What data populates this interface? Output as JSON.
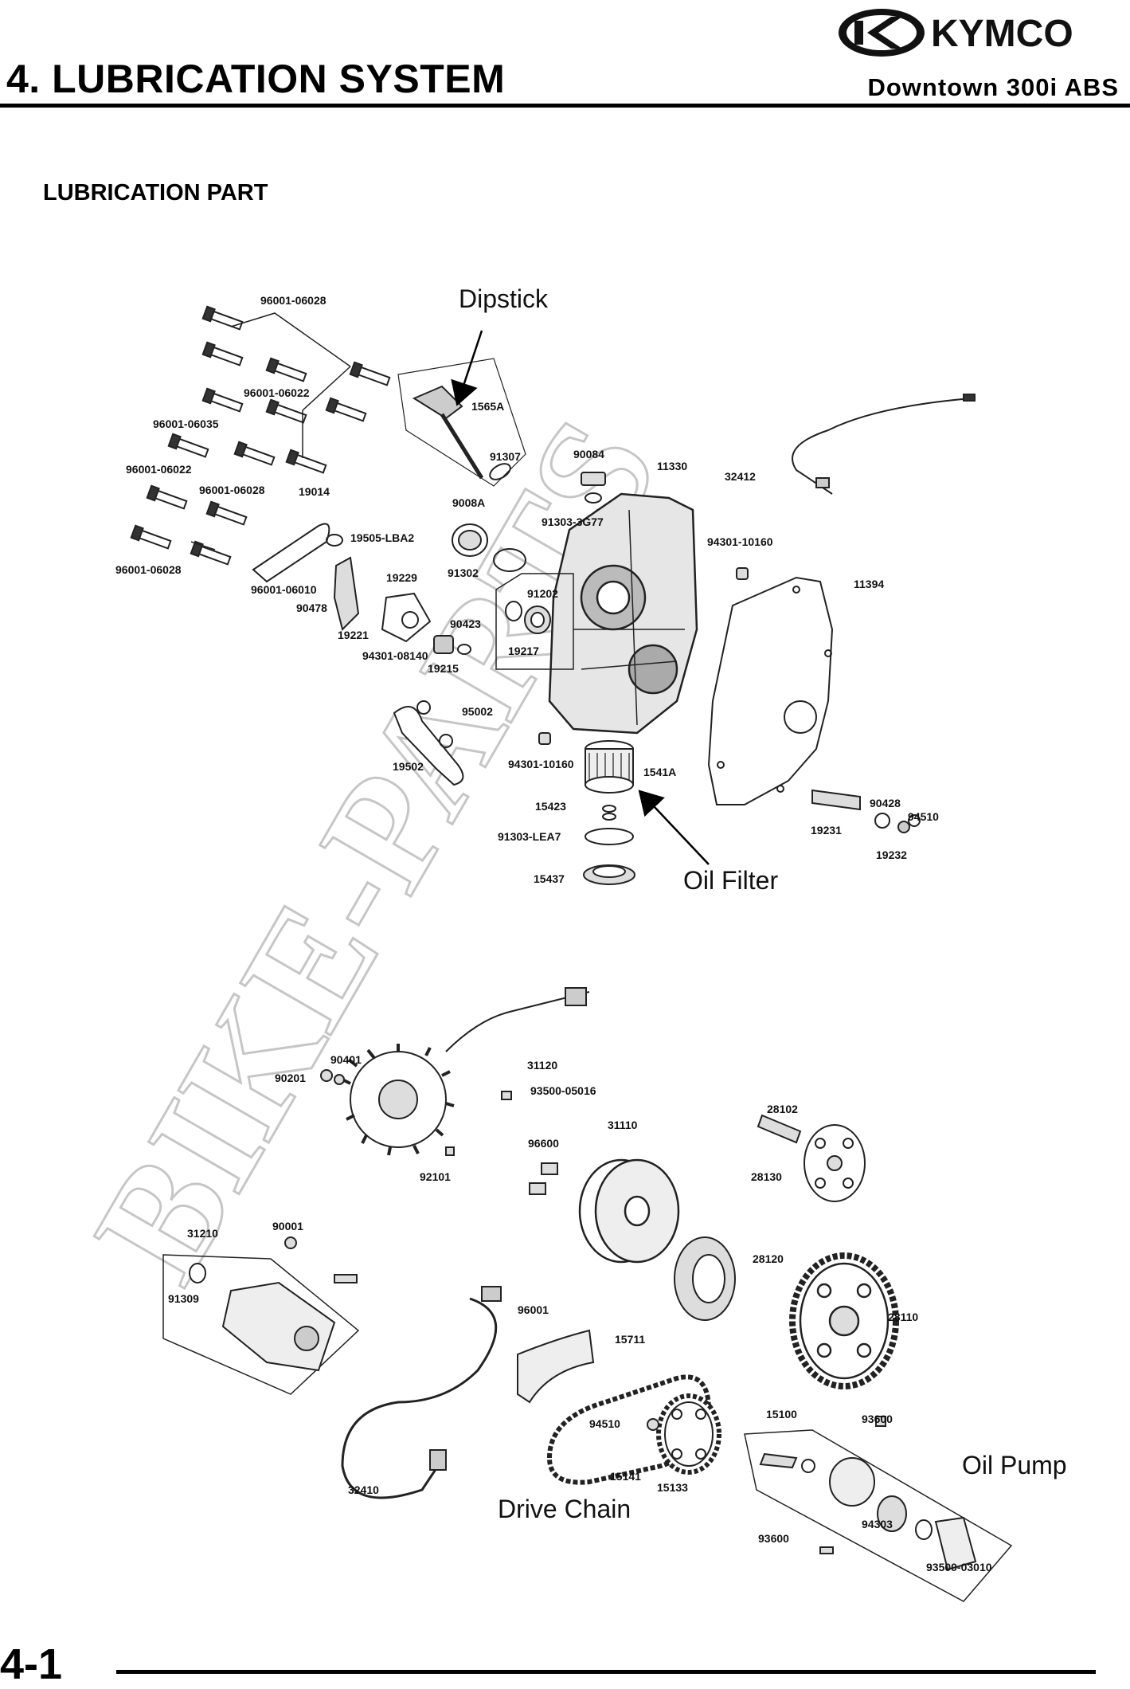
{
  "header": {
    "chapter_title": "4. LUBRICATION SYSTEM",
    "model": "Downtown 300i ABS",
    "brand": "KYMCO"
  },
  "section_title": "LUBRICATION PART",
  "callouts": {
    "dipstick": "Dipstick",
    "oil_filter": "Oil Filter",
    "oil_pump": "Oil Pump",
    "drive_chain": "Drive Chain"
  },
  "watermark": "BIKE-PARTS",
  "part_numbers": {
    "p1": "96001-06028",
    "p2": "96001-06022",
    "p3": "96001-06035",
    "p4": "96001-06022",
    "p5": "96001-06028",
    "p6": "96001-06028",
    "p7": "1565A",
    "p8": "91307",
    "p9": "90084",
    "p10": "91303-3G77",
    "p11": "11330",
    "p12": "32412",
    "p13": "19014",
    "p14": "19505-LBA2",
    "p15": "9008A",
    "p16": "91302",
    "p17": "94301-10160",
    "p18": "11394",
    "p19": "96001-06010",
    "p20": "90478",
    "p21": "19229",
    "p22": "19221",
    "p23": "91202",
    "p24": "19217",
    "p25": "90423",
    "p26": "94301-08140",
    "p27": "19215",
    "p28": "95002",
    "p29": "19502",
    "p30": "94301-10160",
    "p31": "1541A",
    "p32": "15423",
    "p33": "91303-LEA7",
    "p34": "15437",
    "p35": "90428",
    "p36": "94510",
    "p37": "19231",
    "p38": "19232",
    "q1": "90401",
    "q2": "90201",
    "q3": "31120",
    "q4": "93500-05016",
    "q5": "92101",
    "q6": "96600",
    "q7": "31110",
    "q8": "28102",
    "q9": "28130",
    "q10": "28120",
    "q11": "28110",
    "q12": "31210",
    "q13": "90001",
    "q14": "91309",
    "q15": "96001",
    "q16": "15711",
    "q17": "94510",
    "q18": "15141",
    "q19": "15133",
    "q20": "32410",
    "q21": "15100",
    "q22": "93600",
    "q23": "94303",
    "q24": "93600",
    "q25": "93500-03010"
  },
  "footer": {
    "page_number": "4-1"
  }
}
